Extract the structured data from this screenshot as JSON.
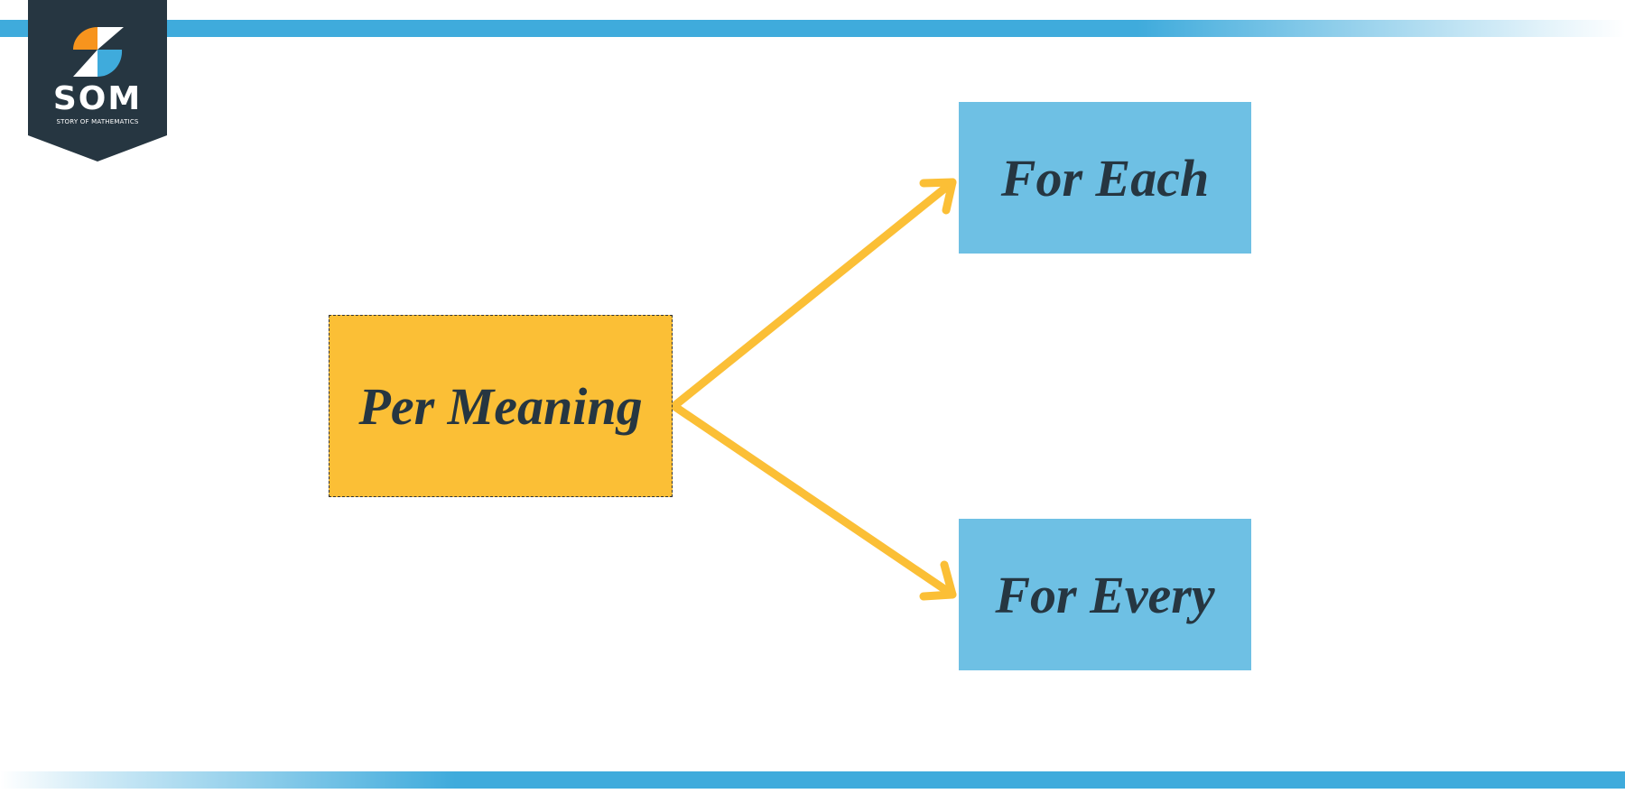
{
  "logo": {
    "name": "SOM",
    "tagline": "STORY OF MATHEMATICS",
    "colors": {
      "badge": "#263641",
      "orange": "#f7941d",
      "blue": "#3fabdc",
      "white": "#ffffff"
    }
  },
  "diagram": {
    "center": {
      "label": "Per Meaning",
      "color": "#fbbf36"
    },
    "branches": [
      {
        "label": "For Each",
        "color": "#6ec0e4"
      },
      {
        "label": "For Every",
        "color": "#6ec0e4"
      }
    ],
    "arrow_color": "#fbbf36",
    "text_color": "#263641"
  },
  "bands": {
    "color": "#3fabdc"
  }
}
